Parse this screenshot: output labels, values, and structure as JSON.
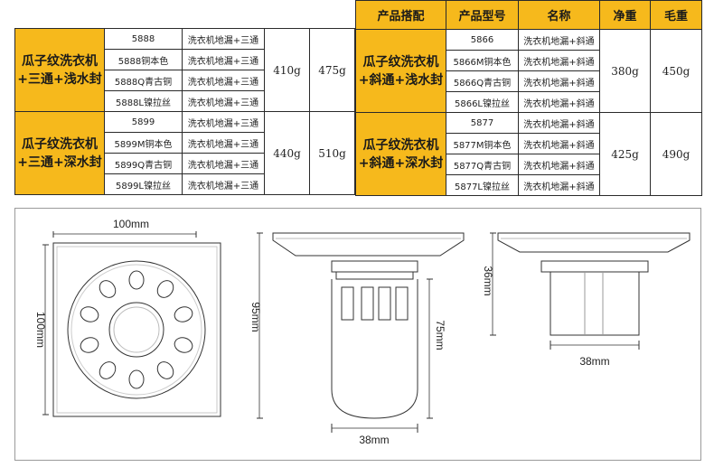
{
  "header": {
    "match": "产品搭配",
    "model": "产品型号",
    "name": "名称",
    "net": "净重",
    "gross": "毛重"
  },
  "left_groups": [
    {
      "title": "瓜子纹洗衣机+三通+浅水封",
      "net": "410g",
      "gross": "475g",
      "rows": [
        {
          "model": "5888",
          "name": "洗衣机地漏+三通"
        },
        {
          "model": "5888铜本色",
          "name": "洗衣机地漏+三通"
        },
        {
          "model": "5888Q青古铜",
          "name": "洗衣机地漏+三通"
        },
        {
          "model": "5888L镍拉丝",
          "name": "洗衣机地漏+三通"
        }
      ]
    },
    {
      "title": "瓜子纹洗衣机+三通+深水封",
      "net": "440g",
      "gross": "510g",
      "rows": [
        {
          "model": "5899",
          "name": "洗衣机地漏+三通"
        },
        {
          "model": "5899M铜本色",
          "name": "洗衣机地漏+三通"
        },
        {
          "model": "5899Q青古铜",
          "name": "洗衣机地漏+三通"
        },
        {
          "model": "5899L镍拉丝",
          "name": "洗衣机地漏+三通"
        }
      ]
    }
  ],
  "right_groups": [
    {
      "title": "瓜子纹洗衣机+斜通+浅水封",
      "net": "380g",
      "gross": "450g",
      "rows": [
        {
          "model": "5866",
          "name": "洗衣机地漏+斜通"
        },
        {
          "model": "5866M铜本色",
          "name": "洗衣机地漏+斜通"
        },
        {
          "model": "5866Q青古铜",
          "name": "洗衣机地漏+斜通"
        },
        {
          "model": "5866L镍拉丝",
          "name": "洗衣机地漏+斜通"
        }
      ]
    },
    {
      "title": "瓜子纹洗衣机+斜通+深水封",
      "net": "425g",
      "gross": "490g",
      "rows": [
        {
          "model": "5877",
          "name": "洗衣机地漏+斜通"
        },
        {
          "model": "5877M铜本色",
          "name": "洗衣机地漏+斜通"
        },
        {
          "model": "5877Q青古铜",
          "name": "洗衣机地漏+斜通"
        },
        {
          "model": "5877L镍拉丝",
          "name": "洗衣机地漏+斜通"
        }
      ]
    }
  ],
  "dimensions": {
    "top_width": "100mm",
    "top_height": "100mm",
    "side_total": "95mm",
    "side_body": "75mm",
    "side_base": "38mm",
    "short_height": "36mm",
    "short_base": "38mm"
  },
  "colors": {
    "accent": "#f6b91c",
    "border": "#2a2a2a"
  }
}
